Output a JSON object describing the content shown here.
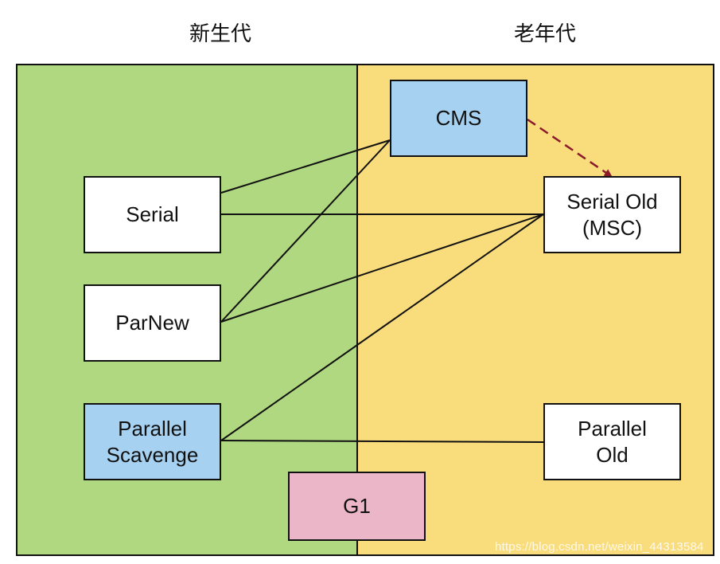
{
  "headings": {
    "young": "新生代",
    "old": "老年代"
  },
  "collectors": {
    "serial": "Serial",
    "parnew": "ParNew",
    "parallel_scavenge": "Parallel\nScavenge",
    "cms": "CMS",
    "serial_old": "Serial Old\n(MSC)",
    "parallel_old": "Parallel\nOld",
    "g1": "G1"
  },
  "colors": {
    "young_region": "#b0d880",
    "old_region": "#f9dc7c",
    "blue_box": "#a7d1f0",
    "pink_box": "#ebb6c7",
    "dashed_arrow": "#8b1a2b"
  },
  "watermark": "https://blog.csdn.net/weixin_44313584"
}
